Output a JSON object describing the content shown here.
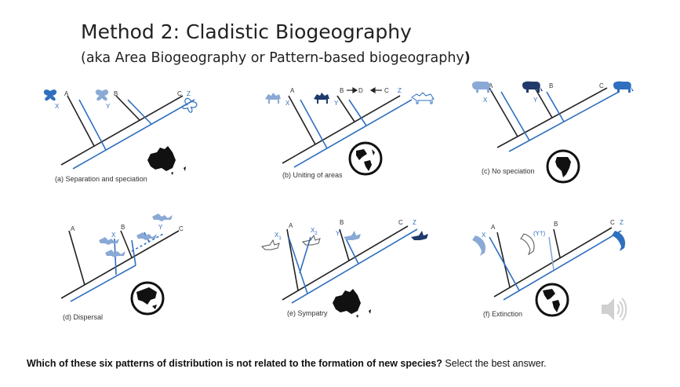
{
  "title": "Method 2: Cladistic Biogeography",
  "subtitle_main": "(aka Area Biogeography or Pattern-based biogeography",
  "subtitle_close": ")",
  "panels": [
    {
      "caption": "(a) Separation and speciation",
      "tips": [
        "A",
        "B",
        "C"
      ],
      "blue_tips": [
        "X",
        "Y",
        "Z"
      ]
    },
    {
      "caption": "(b) Uniting of areas",
      "tips": [
        "A",
        "B",
        "D",
        "C"
      ],
      "blue_tips": [
        "X",
        "Y",
        "Z"
      ]
    },
    {
      "caption": "(c) No speciation",
      "tips": [
        "A",
        "B",
        "C"
      ],
      "blue_tips": [
        "X",
        "Y"
      ]
    },
    {
      "caption": "(d) Dispersal",
      "tips": [
        "A",
        "B",
        "C"
      ],
      "blue_tips": [
        "X",
        "Y"
      ]
    },
    {
      "caption": "(e) Sympatry",
      "tips": [
        "A",
        "B",
        "C"
      ],
      "blue_tips": [
        "X",
        "X",
        "Y",
        "Z"
      ],
      "subscripts": [
        "1",
        "2"
      ]
    },
    {
      "caption": "(f) Extinction",
      "tips": [
        "A",
        "B",
        "C"
      ],
      "blue_tips": [
        "X",
        "(Y†)",
        "Z"
      ]
    }
  ],
  "question_bold": "Which of these six patterns of distribution is not related to the formation of new species?",
  "question_rest": " Select the best answer.",
  "colors": {
    "blue": "#2f6fbf",
    "light_blue": "#8aa9d6",
    "dark_navy": "#1f3a6b",
    "black": "#111111"
  },
  "icons": [
    "butterfly-icon",
    "camel-icon",
    "elephant-icon",
    "bat-icon",
    "dove-icon",
    "dolphin-icon",
    "australia-map-icon",
    "globe-icon",
    "speaker-icon"
  ]
}
